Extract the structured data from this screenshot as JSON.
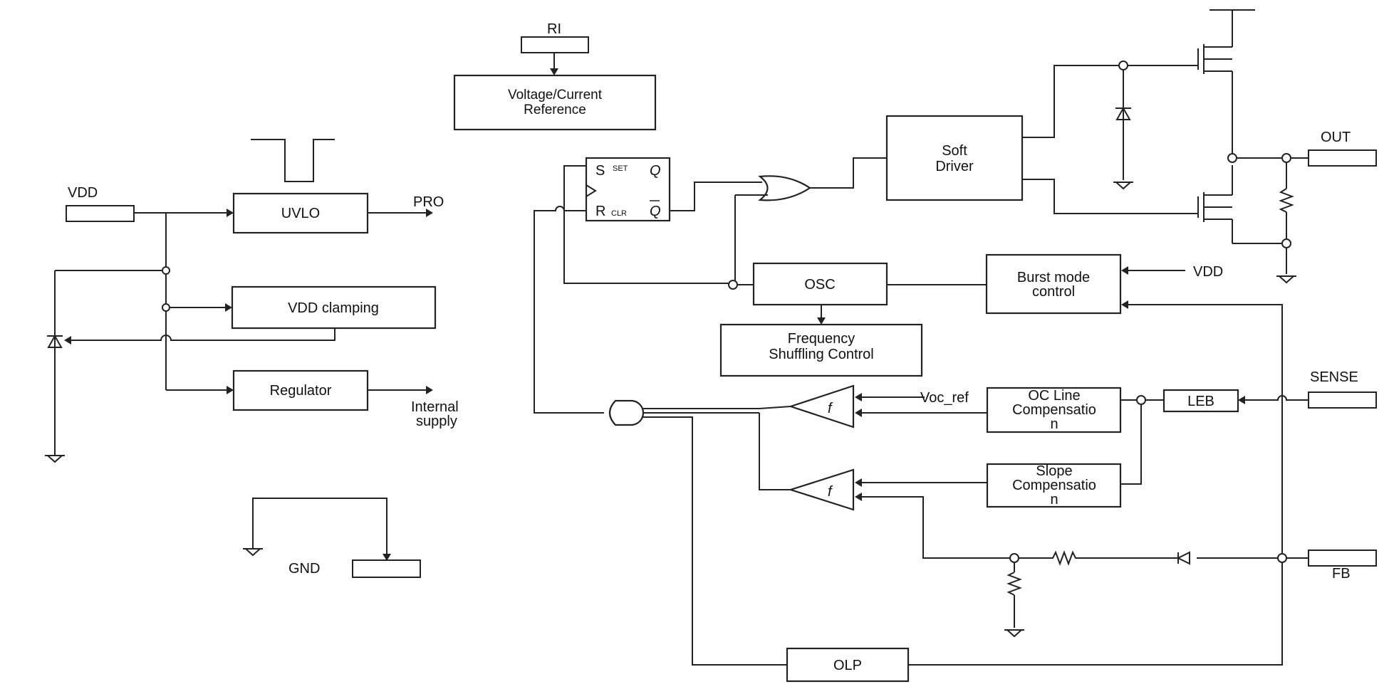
{
  "labels": {
    "ri": "RI",
    "voltage_current_ref": [
      "Voltage/Current",
      "Reference"
    ],
    "vdd_left": "VDD",
    "uvlo": "UVLO",
    "pro": "PRO",
    "vdd_clamping": "VDD clamping",
    "regulator": "Regulator",
    "internal_supply": [
      "Internal",
      "supply"
    ],
    "gnd": "GND",
    "ff_s": "S",
    "ff_set": "SET",
    "ff_q": "Q",
    "ff_r": "R",
    "ff_clr": "CLR",
    "ff_qbar": "Q",
    "soft_driver": [
      "Soft",
      "Driver"
    ],
    "out": "OUT",
    "osc": "OSC",
    "burst_mode": [
      "Burst mode",
      "control"
    ],
    "vdd_right": "VDD",
    "freq_shuffling": [
      "Frequency",
      "Shuffling Control"
    ],
    "sense": "SENSE",
    "voc_ref": "Voc_ref",
    "oc_line": [
      "OC Line",
      "Compensatio",
      "n"
    ],
    "leb": "LEB",
    "slope": [
      "Slope",
      "Compensatio",
      "n"
    ],
    "comp_sign": "f",
    "fb": "FB",
    "olp": "OLP"
  }
}
